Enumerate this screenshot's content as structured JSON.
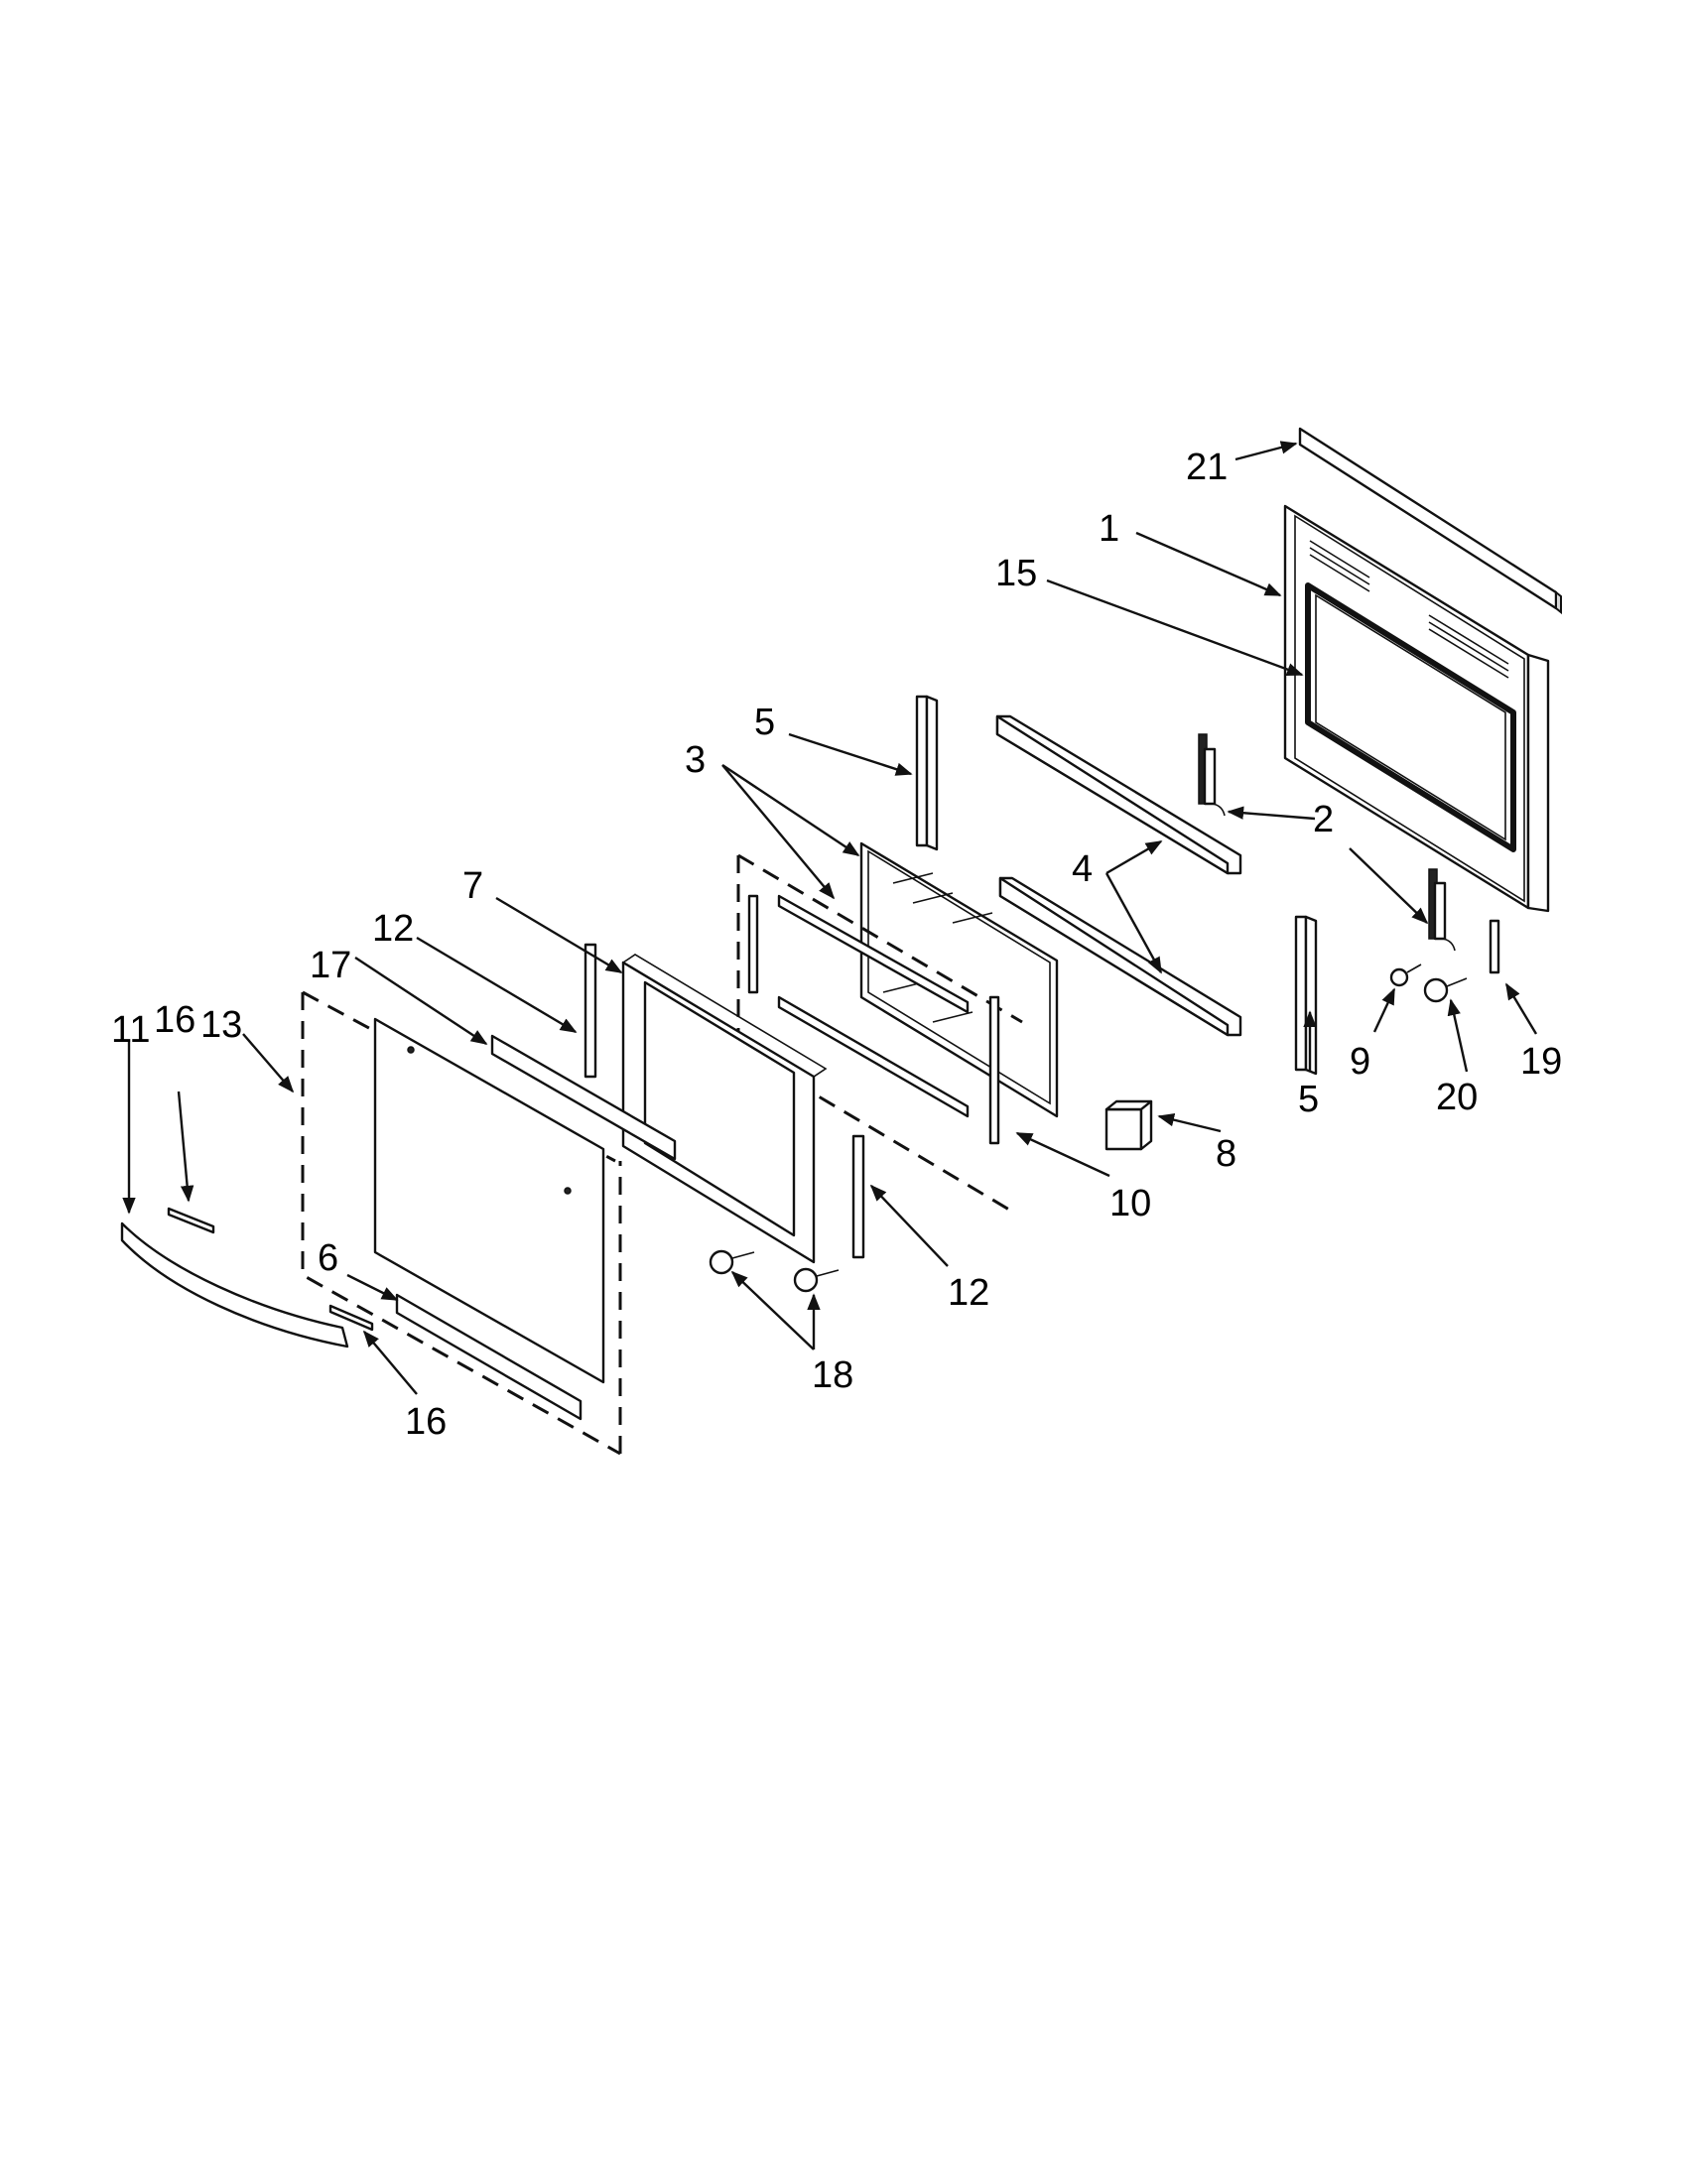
{
  "callouts": [
    {
      "id": "c21",
      "label": "21"
    },
    {
      "id": "c1",
      "label": "1"
    },
    {
      "id": "c15",
      "label": "15"
    },
    {
      "id": "c5a",
      "label": "5"
    },
    {
      "id": "c3",
      "label": "3"
    },
    {
      "id": "c2",
      "label": "2"
    },
    {
      "id": "c7",
      "label": "7"
    },
    {
      "id": "c4",
      "label": "4"
    },
    {
      "id": "c12a",
      "label": "12"
    },
    {
      "id": "c17",
      "label": "17"
    },
    {
      "id": "c13",
      "label": "13"
    },
    {
      "id": "c11",
      "label": "11"
    },
    {
      "id": "c16a",
      "label": "16"
    },
    {
      "id": "c19",
      "label": "19"
    },
    {
      "id": "c9",
      "label": "9"
    },
    {
      "id": "c5b",
      "label": "5"
    },
    {
      "id": "c20",
      "label": "20"
    },
    {
      "id": "c8",
      "label": "8"
    },
    {
      "id": "c10",
      "label": "10"
    },
    {
      "id": "c12b",
      "label": "12"
    },
    {
      "id": "c6",
      "label": "6"
    },
    {
      "id": "c18",
      "label": "18"
    },
    {
      "id": "c16b",
      "label": "16"
    }
  ]
}
